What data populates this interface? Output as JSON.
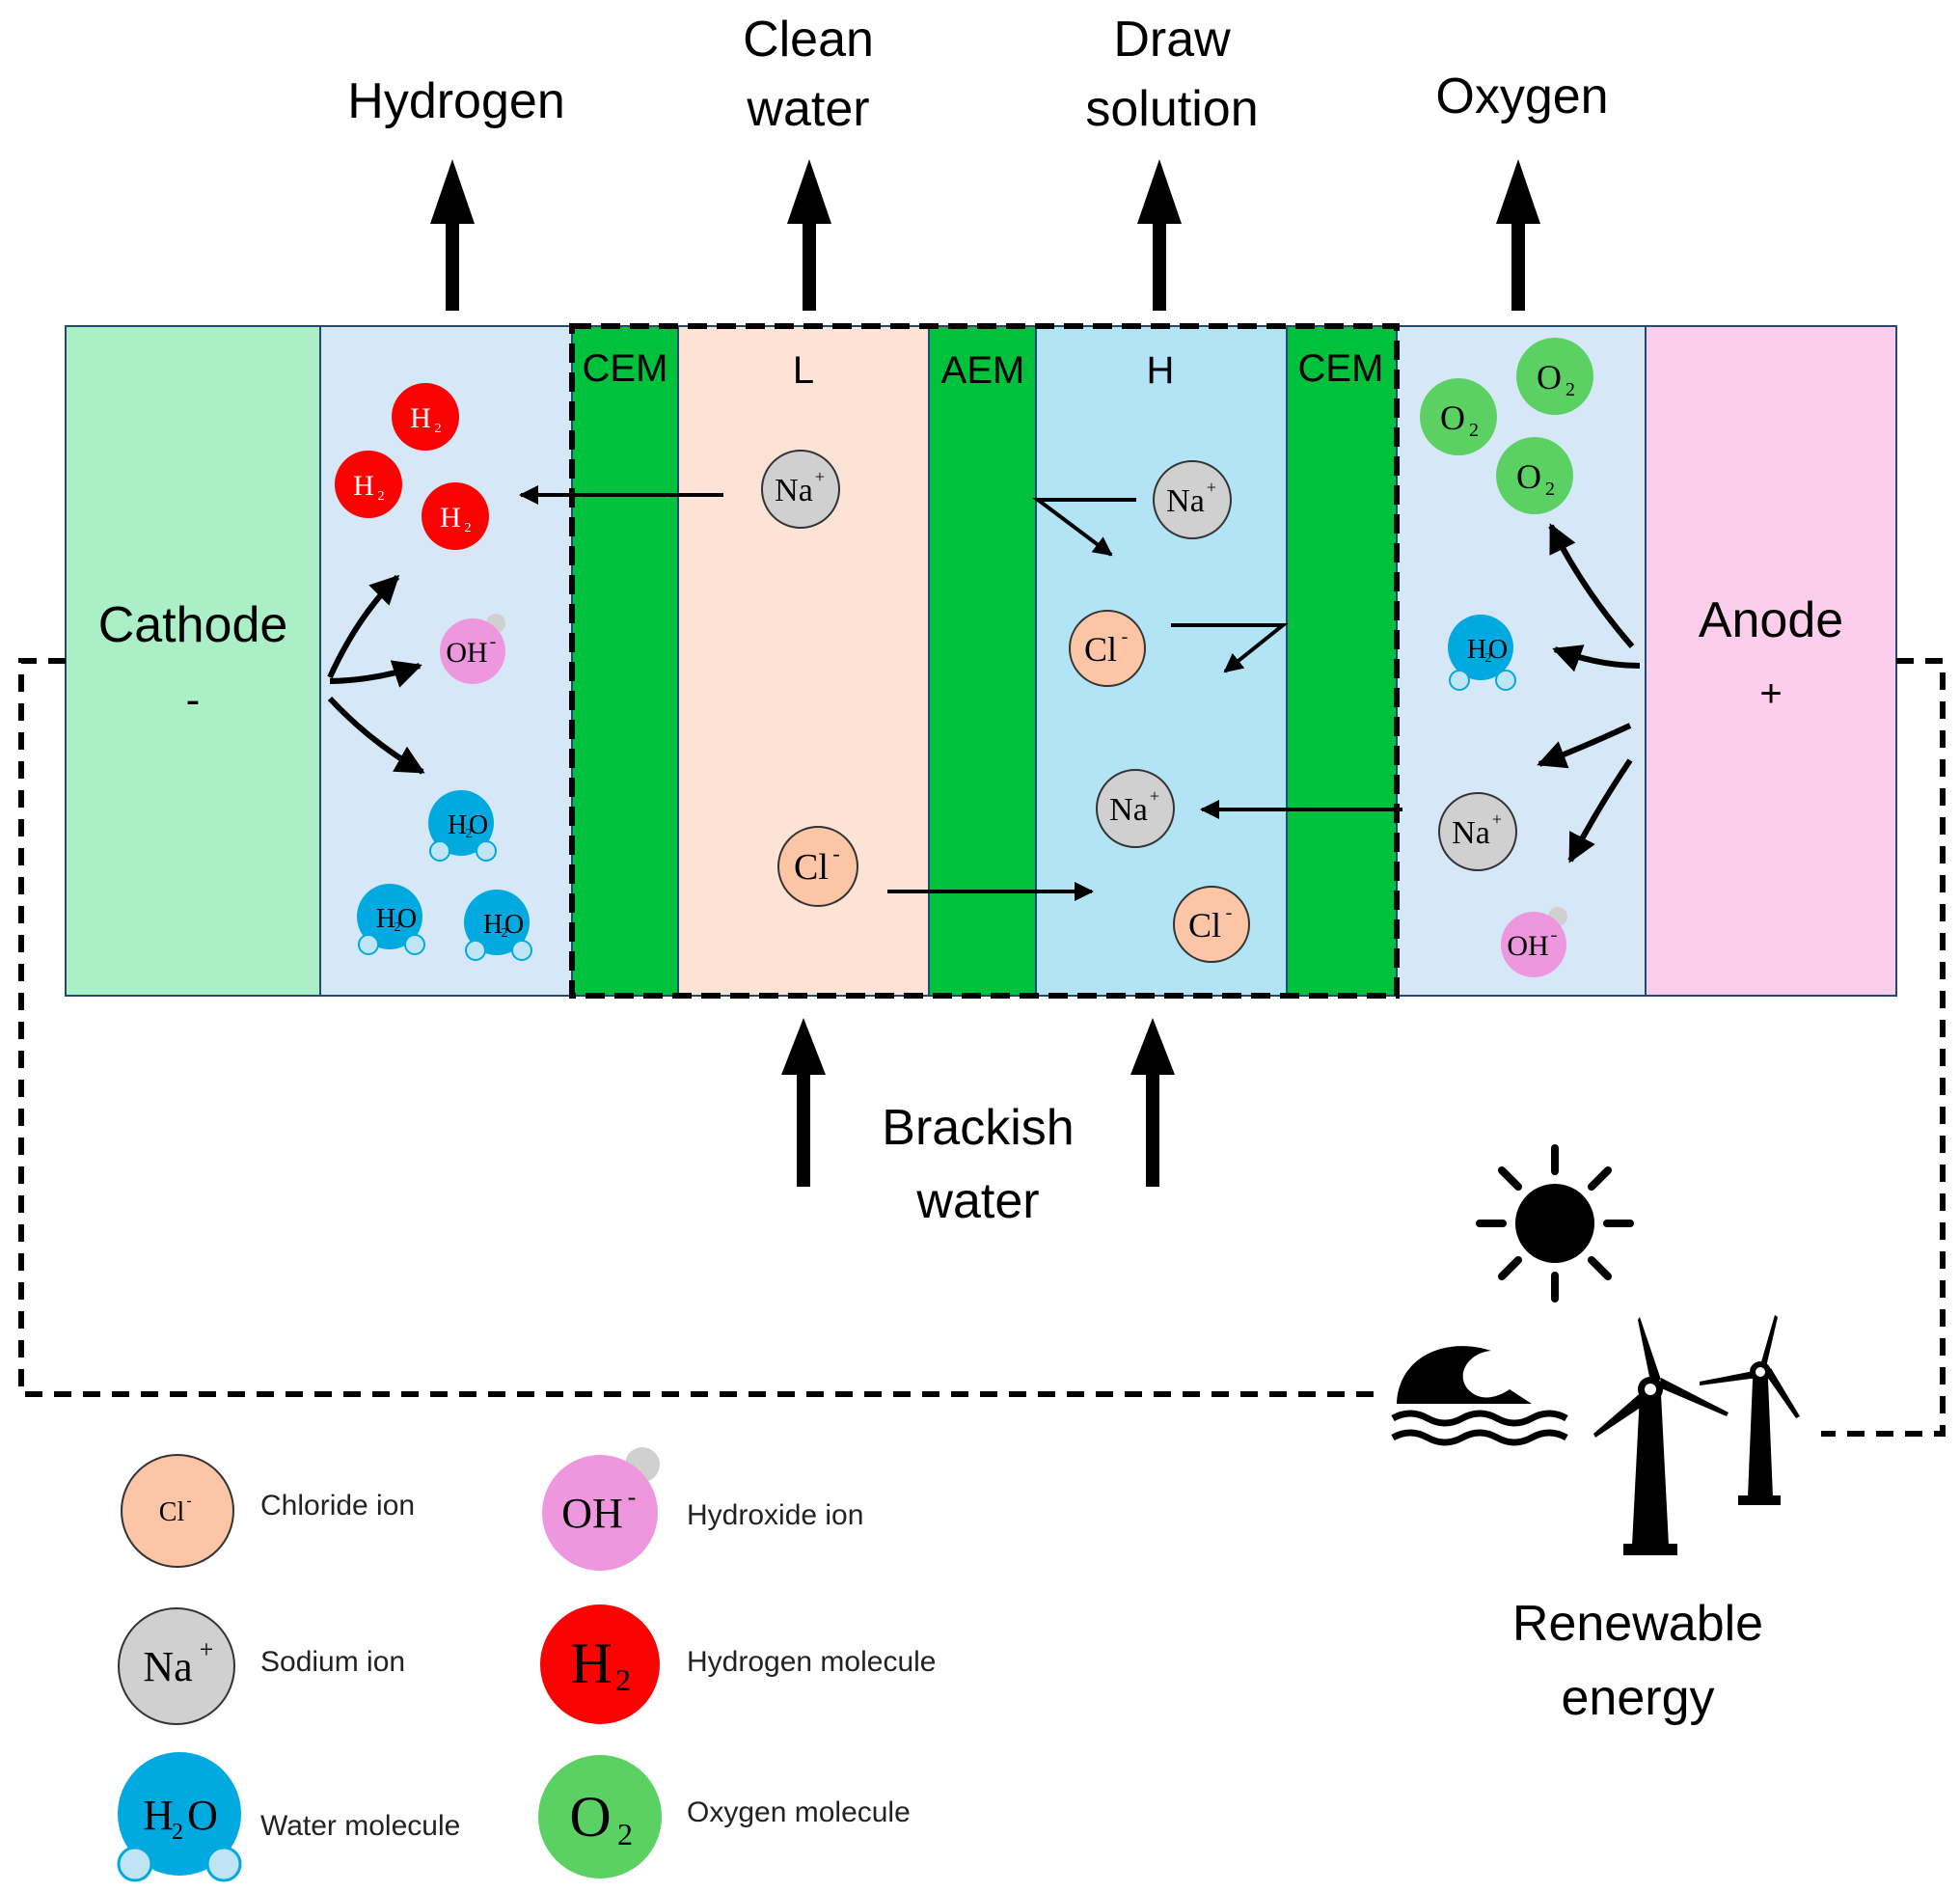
{
  "outputs": {
    "hydrogen": "Hydrogen",
    "clean_water_1": "Clean",
    "clean_water_2": "water",
    "draw_solution_1": "Draw",
    "draw_solution_2": "solution",
    "oxygen": "Oxygen"
  },
  "electrodes": {
    "cathode_label": "Cathode",
    "cathode_sign": "-",
    "anode_label": "Anode",
    "anode_sign": "+"
  },
  "membranes": {
    "cem_left": "CEM",
    "aem": "AEM",
    "cem_right": "CEM",
    "low_compartment": "L",
    "high_compartment": "H"
  },
  "inlet": {
    "line1": "Brackish",
    "line2": "water"
  },
  "energy": {
    "line1": "Renewable",
    "line2": "energy"
  },
  "species": {
    "na": "Na",
    "na_charge": "+",
    "cl": "Cl",
    "cl_charge": "-",
    "oh": "OH",
    "oh_charge": "-",
    "h": "H",
    "o": "O",
    "sub2": "2"
  },
  "legend": {
    "chloride": "Chloride ion",
    "hydroxide": "Hydroxide ion",
    "sodium": "Sodium ion",
    "hydrogen": "Hydrogen molecule",
    "water": "Water molecule",
    "oxygen": "Oxygen molecule"
  },
  "colors": {
    "cathode": "#abefc6",
    "anode": "#fdcdec",
    "electrolyte": "#d6e8f7",
    "low": "#fde2d6",
    "high": "#b2e4f5",
    "membrane": "#00c13b",
    "chloride": "#fbc5a6",
    "sodium": "#d0d0d0",
    "hydroxide": "#ef97de",
    "hydrogen": "#fa0303",
    "water": "#00aae1",
    "oxygen": "#5bd164"
  }
}
